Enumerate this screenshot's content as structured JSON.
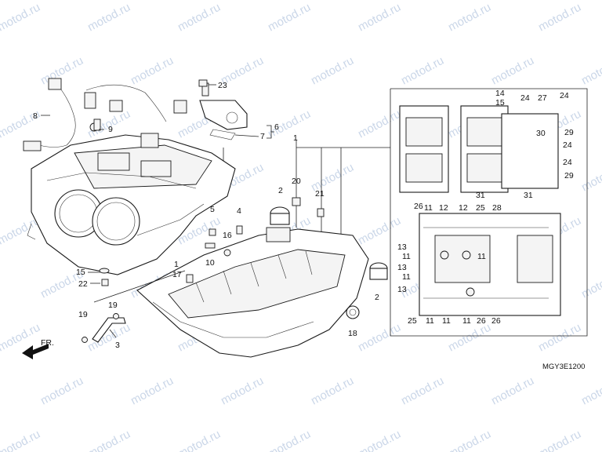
{
  "diagram": {
    "code": "MGY3E1200",
    "front_marker": "FR.",
    "watermark": "motod.ru",
    "callouts": [
      "1",
      "2",
      "3",
      "4",
      "5",
      "6",
      "7",
      "8",
      "9",
      "10",
      "11",
      "12",
      "13",
      "14",
      "15",
      "16",
      "17",
      "18",
      "19",
      "20",
      "21",
      "22",
      "23",
      "24",
      "25",
      "26",
      "27",
      "28",
      "29",
      "30",
      "31"
    ]
  }
}
